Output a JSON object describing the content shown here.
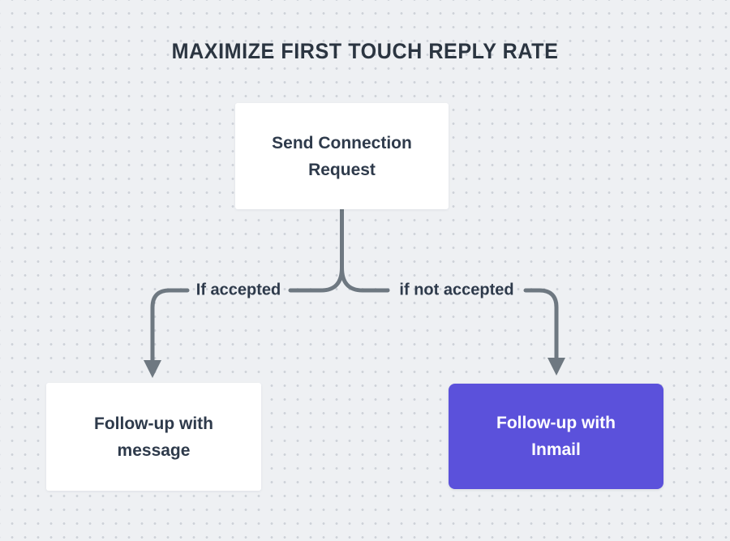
{
  "title": "MAXIMIZE FIRST TOUCH REPLY RATE",
  "colors": {
    "canvas_bg": "#eef0f3",
    "grid_dot": "#cdd1d8",
    "title_text": "#2b3541",
    "text_dark": "#2e3a4b",
    "connector": "#6e7881",
    "node_white_bg": "#ffffff",
    "node_purple_bg": "#5b51db",
    "node_purple_text": "#ffffff"
  },
  "nodes": {
    "root": {
      "label": "Send Connection Request",
      "variant": "white"
    },
    "left": {
      "label": "Follow-up with message",
      "variant": "white"
    },
    "right": {
      "label": "Follow-up with Inmail",
      "variant": "purple"
    }
  },
  "edges": {
    "left": {
      "label": "If accepted",
      "from": "root",
      "to": "left"
    },
    "right": {
      "label": "if not accepted",
      "from": "root",
      "to": "right"
    }
  }
}
